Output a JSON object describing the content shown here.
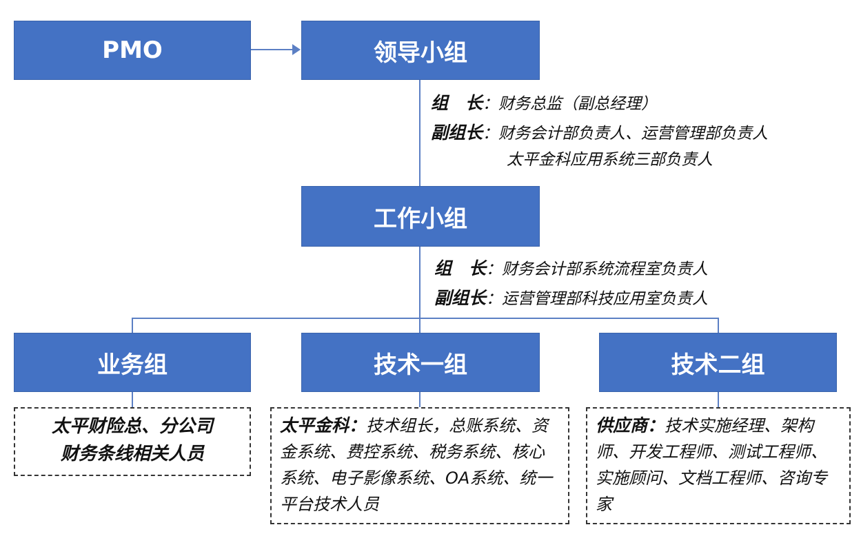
{
  "boxes": {
    "pmo": "PMO",
    "leader": "领导小组",
    "work": "工作小组",
    "business": "业务组",
    "tech1": "技术一组",
    "tech2": "技术二组"
  },
  "leader_info": {
    "head_label": "组　长",
    "head_value": "：财务总监（副总经理）",
    "deputy_label": "副组长",
    "deputy_value": "：财务会计部负责人、运营管理部负责人",
    "deputy_value2": "太平金科应用系统三部负责人"
  },
  "work_info": {
    "head_label": "组　长",
    "head_value": "：财务会计部系统流程室负责人",
    "deputy_label": "副组长",
    "deputy_value": "：运营管理部科技应用室负责人"
  },
  "business_members": {
    "line1": "太平财险总、分公司",
    "line2": "财务条线相关人员"
  },
  "tech1_members": {
    "label": "太平金科：",
    "text": "技术组长，总账系统、资金系统、费控系统、税务系统、核心系统、电子影像系统、OA系统、统一平台技术人员"
  },
  "tech2_members": {
    "label": "供应商：",
    "text": "技术实施经理、架构师、开发工程师、测试工程师、实施顾问、文档工程师、咨询专家"
  },
  "colors": {
    "box": "#4472C4",
    "line": "#5b7fc4"
  }
}
